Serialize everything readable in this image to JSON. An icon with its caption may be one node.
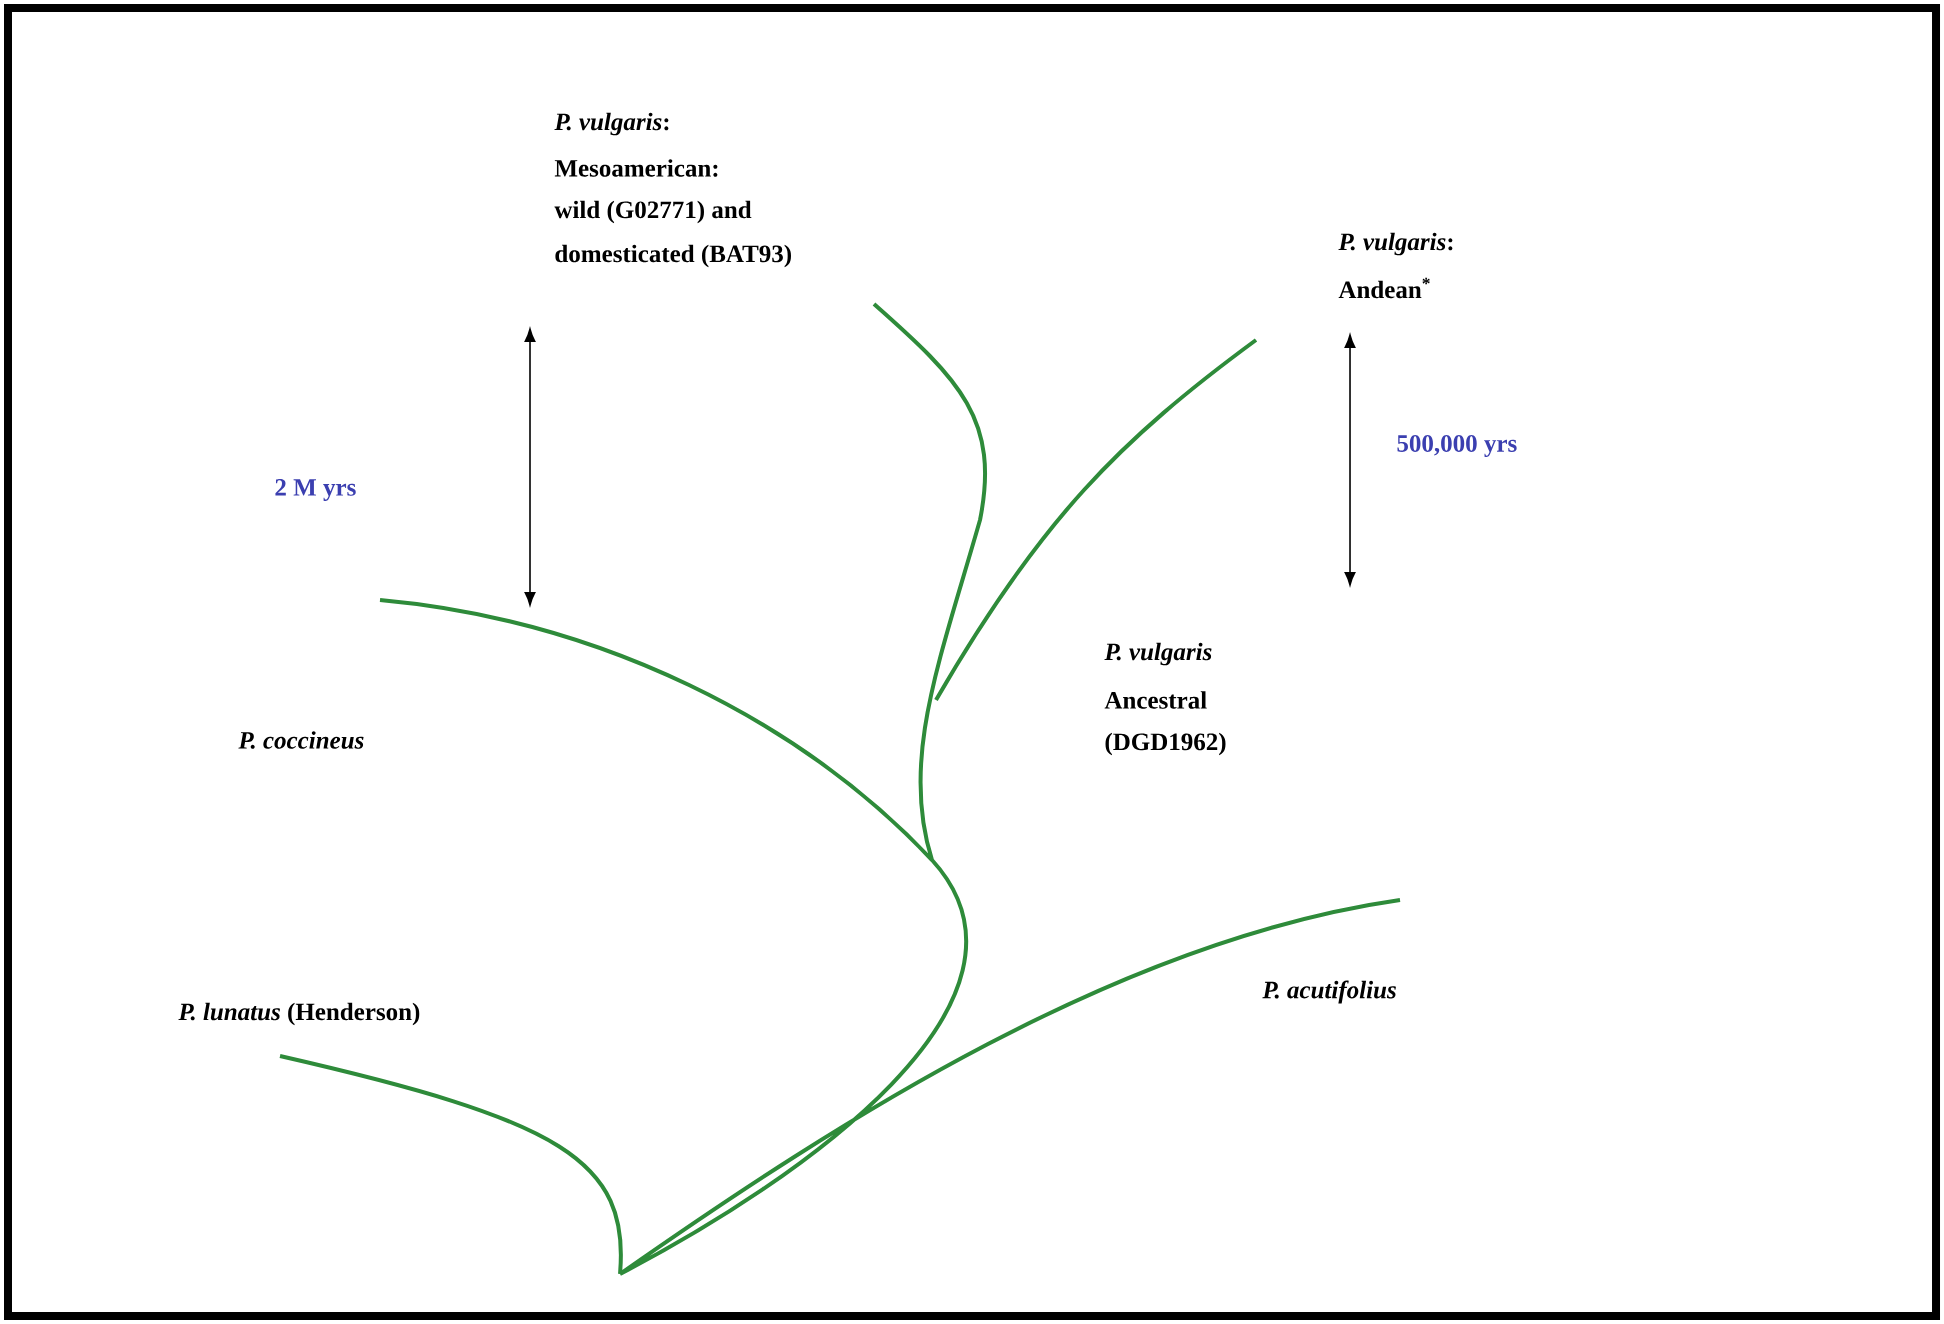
{
  "diagram": {
    "labels": [
      "*P. vulgaris*:",
      "Mesoamerican:",
      "wild (G02771) and",
      "domesticated (BAT93)",
      "*P. vulgaris*:",
      "Andean$^{*}$",
      "2 M yrs",
      "500,000 yrs",
      "P. vulgaris",
      "Ancestral",
      "(DGD1962)",
      "P. coccineus",
      "*P. lunatus* (Henderson)",
      "P. acutifolius"
    ]
  }
}
